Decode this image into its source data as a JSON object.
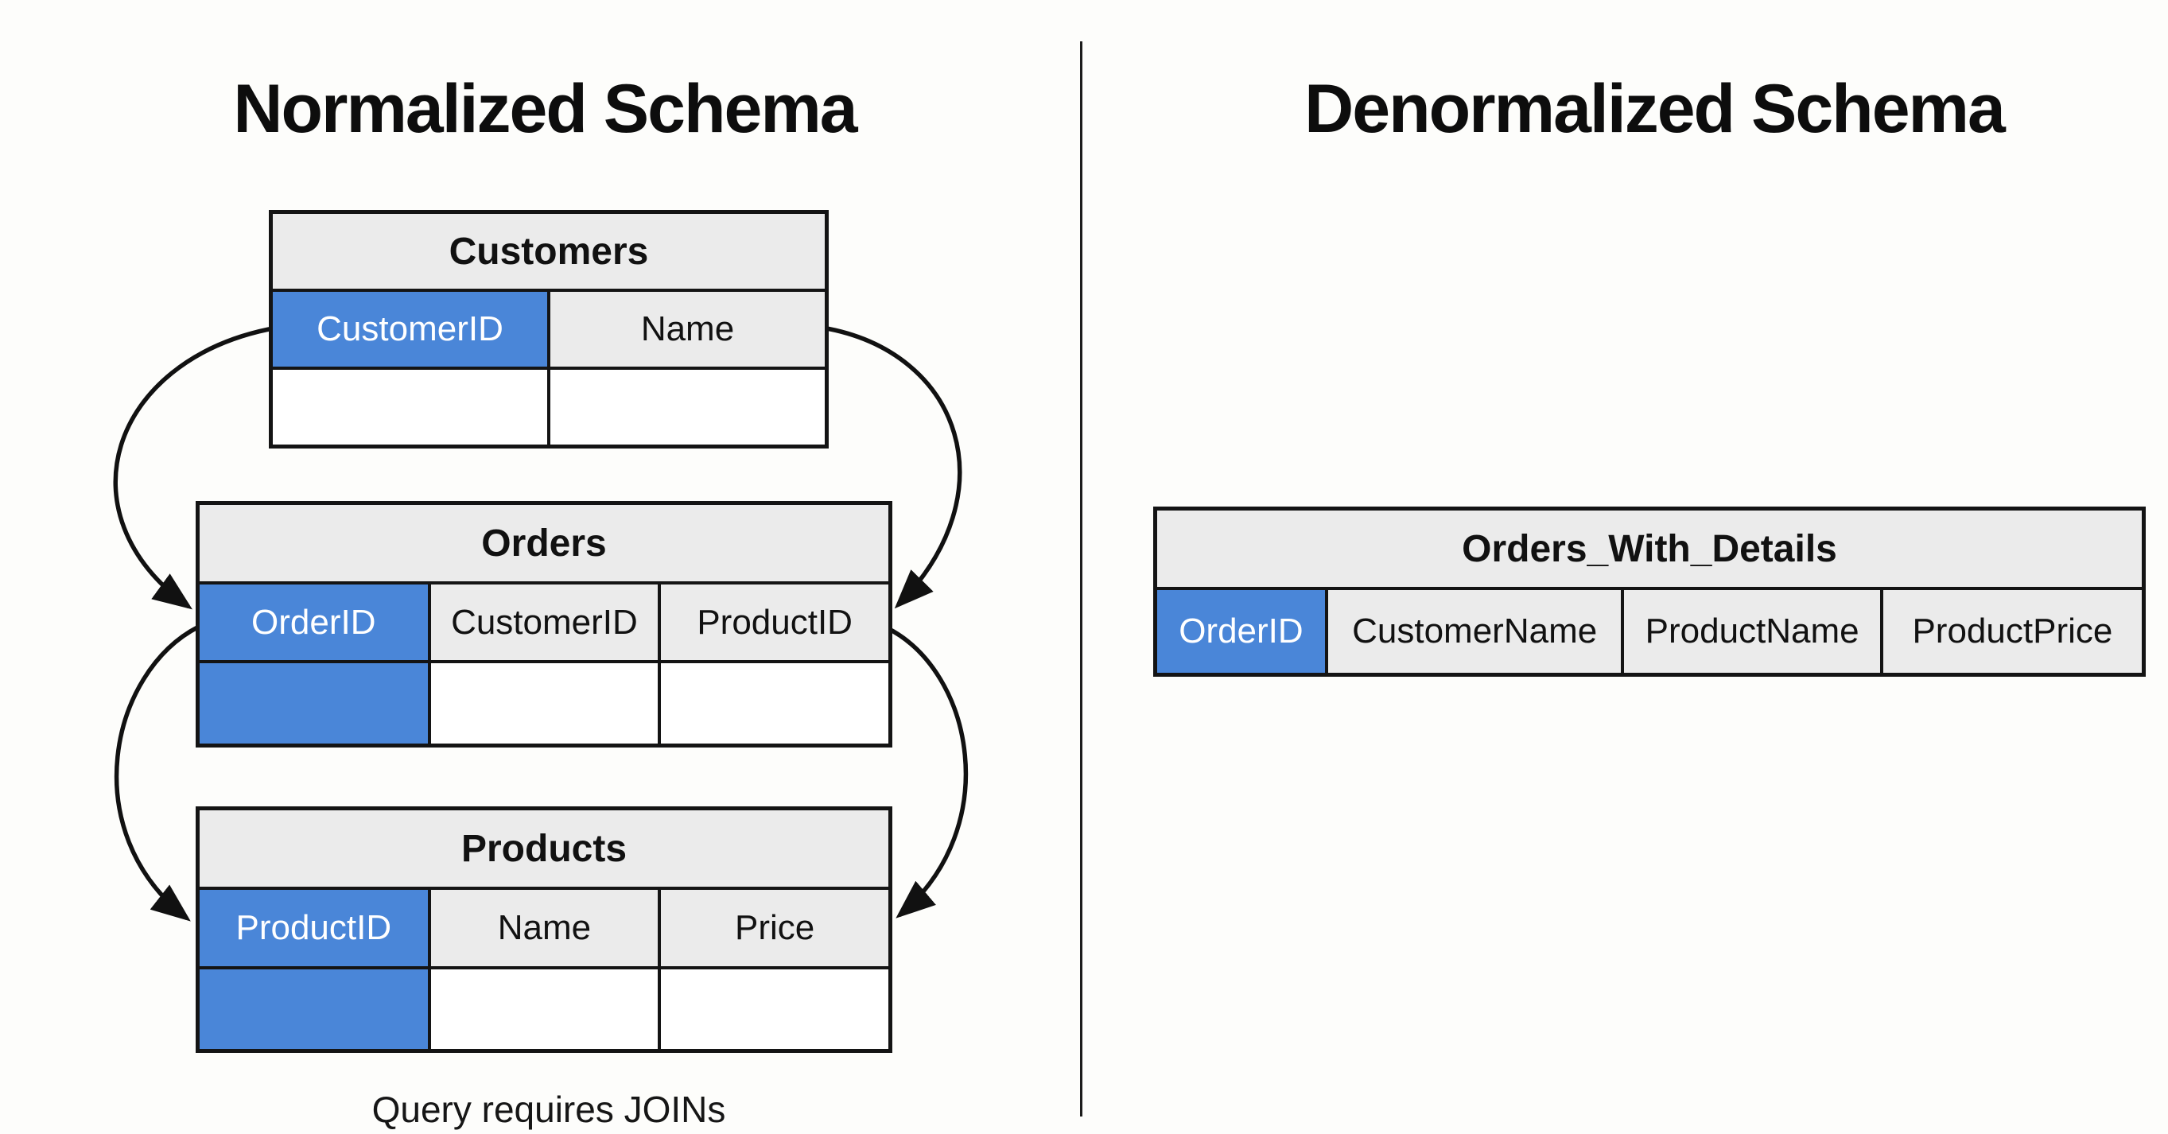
{
  "left_panel": {
    "title": "Normalized Schema",
    "caption": "Query requires JOINs",
    "tables": [
      {
        "name": "Customers",
        "columns": [
          {
            "label": "CustomerID",
            "is_key": true
          },
          {
            "label": "Name",
            "is_key": false
          }
        ],
        "has_empty_row": true,
        "empty_row_key_highlighted": false
      },
      {
        "name": "Orders",
        "columns": [
          {
            "label": "OrderID",
            "is_key": true
          },
          {
            "label": "CustomerID",
            "is_key": false
          },
          {
            "label": "ProductID",
            "is_key": false
          }
        ],
        "has_empty_row": true,
        "empty_row_key_highlighted": true
      },
      {
        "name": "Products",
        "columns": [
          {
            "label": "ProductID",
            "is_key": true
          },
          {
            "label": "Name",
            "is_key": false
          },
          {
            "label": "Price",
            "is_key": false
          }
        ],
        "has_empty_row": true,
        "empty_row_key_highlighted": true
      }
    ],
    "relationships": [
      {
        "arrow": "customers-to-orders-left"
      },
      {
        "arrow": "customers-to-orders-right"
      },
      {
        "arrow": "orders-to-products-left"
      },
      {
        "arrow": "orders-to-products-right"
      }
    ]
  },
  "right_panel": {
    "title": "Denormalized Schema",
    "tables": [
      {
        "name": "Orders_With_Details",
        "columns": [
          {
            "label": "OrderID",
            "is_key": true
          },
          {
            "label": "CustomerName",
            "is_key": false
          },
          {
            "label": "ProductName",
            "is_key": false
          },
          {
            "label": "ProductPrice",
            "is_key": false
          }
        ],
        "has_empty_row": false
      }
    ]
  },
  "colors": {
    "key_highlight": "#4a86d8",
    "key_text": "#ffffff",
    "table_header_bg": "#ebebeb",
    "table_border": "#141414",
    "arrow": "#111111",
    "divider": "#1c1c1c",
    "background": "#fdfdfb",
    "text": "#0d0d0d"
  }
}
